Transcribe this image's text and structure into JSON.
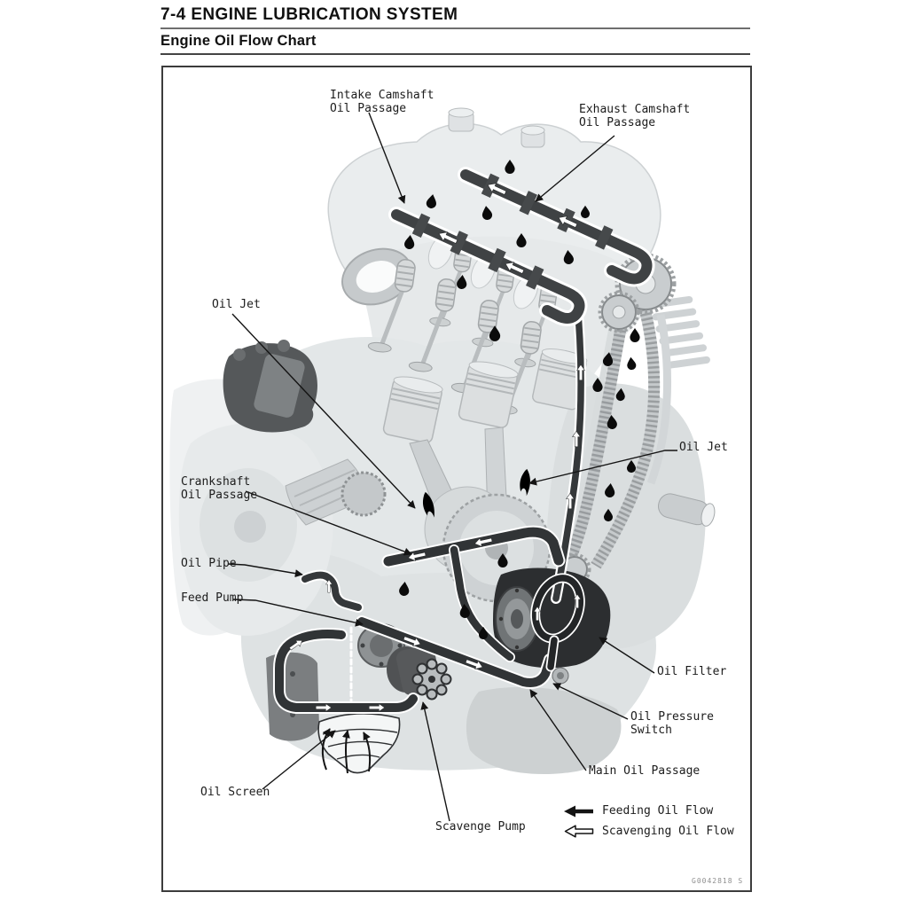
{
  "page": {
    "section_title": "7-4 ENGINE LUBRICATION SYSTEM",
    "chart_title": "Engine Oil Flow Chart"
  },
  "diagram": {
    "figure_code": "G0042818 S",
    "labels": {
      "intake_camshaft": "Intake Camshaft\nOil Passage",
      "exhaust_camshaft": "Exhaust Camshaft\nOil Passage",
      "oil_jet_left": "Oil Jet",
      "oil_jet_right": "Oil Jet",
      "crankshaft": "Crankshaft\nOil Passage",
      "oil_pipe": "Oil Pipe",
      "feed_pump": "Feed Pump",
      "oil_filter": "Oil Filter",
      "oil_pressure_switch": "Oil Pressure\nSwitch",
      "main_oil_passage": "Main Oil Passage",
      "oil_screen": "Oil Screen",
      "scavenge_pump": "Scavenge Pump"
    },
    "legend": {
      "feeding": "Feeding Oil Flow",
      "scavenging": "Scavenging Oil Flow"
    },
    "colors": {
      "line_dark": "#1a1a1a",
      "oil_passage": "#3a3d3f",
      "engine_light": "#e8ebec",
      "filter_dark": "#2c2e30"
    }
  }
}
